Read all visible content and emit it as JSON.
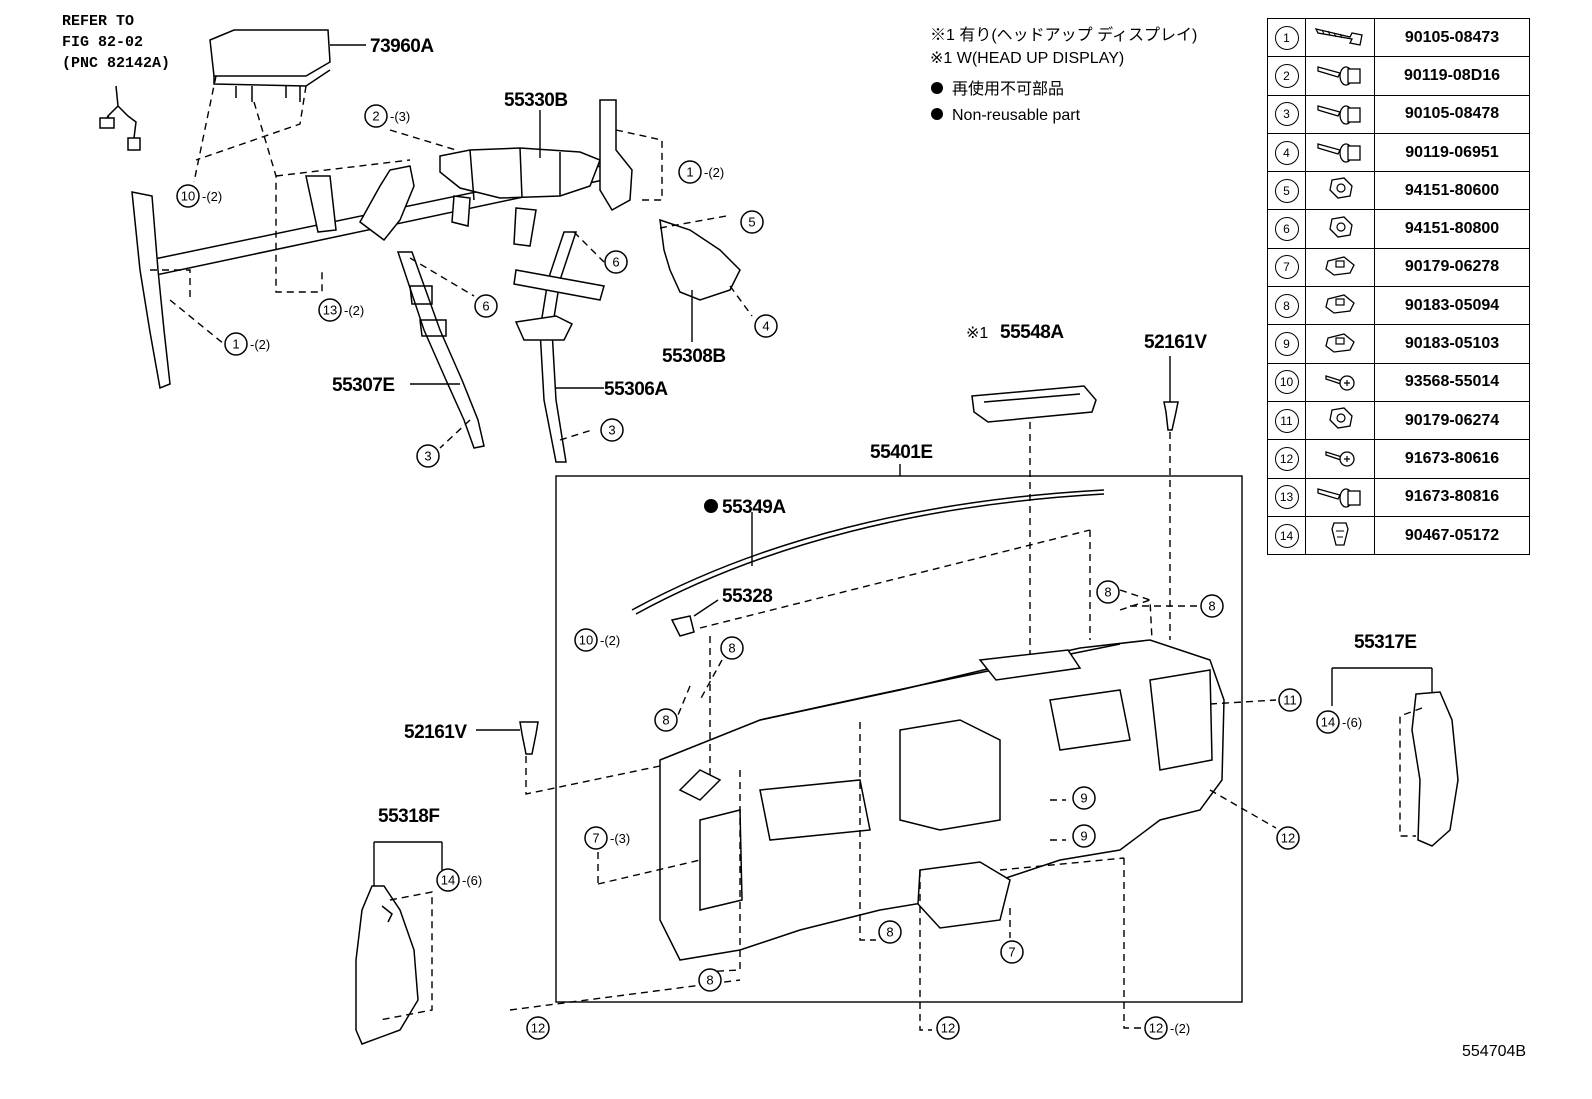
{
  "illustration_id": "554704B",
  "reference": {
    "line1": "REFER TO",
    "line2": "FIG 82-02",
    "line3": "(PNC 82142A)"
  },
  "notes": [
    "※1 有り(ヘッドアップ ディスプレイ)",
    "※1 W(HEAD UP DISPLAY)",
    "再使用不可部品",
    "Non-reusable part"
  ],
  "part_labels": {
    "p73960A": "73960A",
    "p55330B": "55330B",
    "p55308B": "55308B",
    "p55307E": "55307E",
    "p55306A": "55306A",
    "p55548A": "55548A",
    "p55548A_prefix": "※1",
    "p52161V_top": "52161V",
    "p55401E": "55401E",
    "p55349A": "55349A",
    "p55328": "55328",
    "p52161V_left": "52161V",
    "p55318F": "55318F",
    "p55317E": "55317E"
  },
  "callouts": {
    "c1": "1",
    "c2": "2",
    "c3": "3",
    "c4": "4",
    "c5": "5",
    "c6": "6",
    "c7": "7",
    "c8": "8",
    "c9": "9",
    "c10": "10",
    "c11": "11",
    "c12": "12",
    "c13": "13",
    "c14": "14"
  },
  "quantities": {
    "q2": "-(2)",
    "q3": "-(3)",
    "q6": "-(6)"
  },
  "fasteners": [
    {
      "num": "1",
      "part": "90105-08473",
      "icon": "long-bolt-icon"
    },
    {
      "num": "2",
      "part": "90119-08D16",
      "icon": "flange-bolt-icon"
    },
    {
      "num": "3",
      "part": "90105-08478",
      "icon": "flange-bolt-icon"
    },
    {
      "num": "4",
      "part": "90119-06951",
      "icon": "flange-bolt-icon"
    },
    {
      "num": "5",
      "part": "94151-80600",
      "icon": "nut-icon"
    },
    {
      "num": "6",
      "part": "94151-80800",
      "icon": "nut-icon"
    },
    {
      "num": "7",
      "part": "90179-06278",
      "icon": "clip-nut-icon"
    },
    {
      "num": "8",
      "part": "90183-05094",
      "icon": "clip-nut-icon"
    },
    {
      "num": "9",
      "part": "90183-05103",
      "icon": "clip-nut-icon"
    },
    {
      "num": "10",
      "part": "93568-55014",
      "icon": "screw-icon"
    },
    {
      "num": "11",
      "part": "90179-06274",
      "icon": "nut-icon"
    },
    {
      "num": "12",
      "part": "91673-80616",
      "icon": "screw-icon"
    },
    {
      "num": "13",
      "part": "91673-80816",
      "icon": "flange-bolt-icon"
    },
    {
      "num": "14",
      "part": "90467-05172",
      "icon": "push-clip-icon"
    }
  ]
}
